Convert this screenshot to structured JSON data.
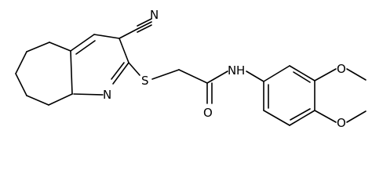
{
  "molecule": {
    "atoms": {
      "n_nitrile": "N",
      "n_pyridine": "N",
      "s_thioether": "S",
      "n_amide": "N",
      "h_amide": "H",
      "o_carbonyl": "O",
      "o_methoxy_1": "O",
      "o_methoxy_2": "O"
    }
  },
  "colors": {
    "bond": "#000000",
    "label": "#000000",
    "background": "#ffffff"
  }
}
